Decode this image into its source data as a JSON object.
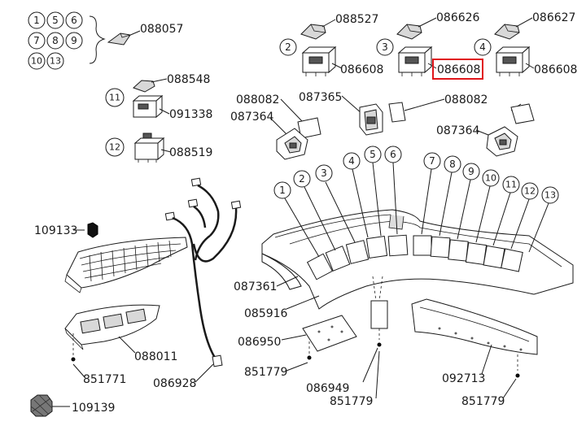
{
  "legend_circles": [
    "1",
    "5",
    "6",
    "7",
    "8",
    "9",
    "10",
    "13"
  ],
  "labels": {
    "p088057": "088057",
    "p088527": "088527",
    "p086626": "086626",
    "p086627": "086627",
    "p086608_a": "086608",
    "p086608_b": "086608",
    "p086608_c": "086608",
    "p088548": "088548",
    "p091338": "091338",
    "p088519": "088519",
    "p088082_a": "088082",
    "p087365": "087365",
    "p088082_b": "088082",
    "p087364_a": "087364",
    "p087364_b": "087364",
    "p109133": "109133",
    "p087361": "087361",
    "p085916": "085916",
    "p086950": "086950",
    "p088011": "088011",
    "p851771": "851771",
    "p851779_a": "851779",
    "p086949": "086949",
    "p851779_b": "851779",
    "p092713": "092713",
    "p851779_c": "851779",
    "p086928": "086928",
    "p109139": "109139"
  },
  "callouts": {
    "c2": "2",
    "c3": "3",
    "c4": "4",
    "c11": "11",
    "c12": "12",
    "panel": [
      "1",
      "2",
      "3",
      "4",
      "5",
      "6",
      "7",
      "8",
      "9",
      "10",
      "11",
      "12",
      "13"
    ]
  },
  "highlight": {
    "label": "086608",
    "color": "#e0161b"
  }
}
